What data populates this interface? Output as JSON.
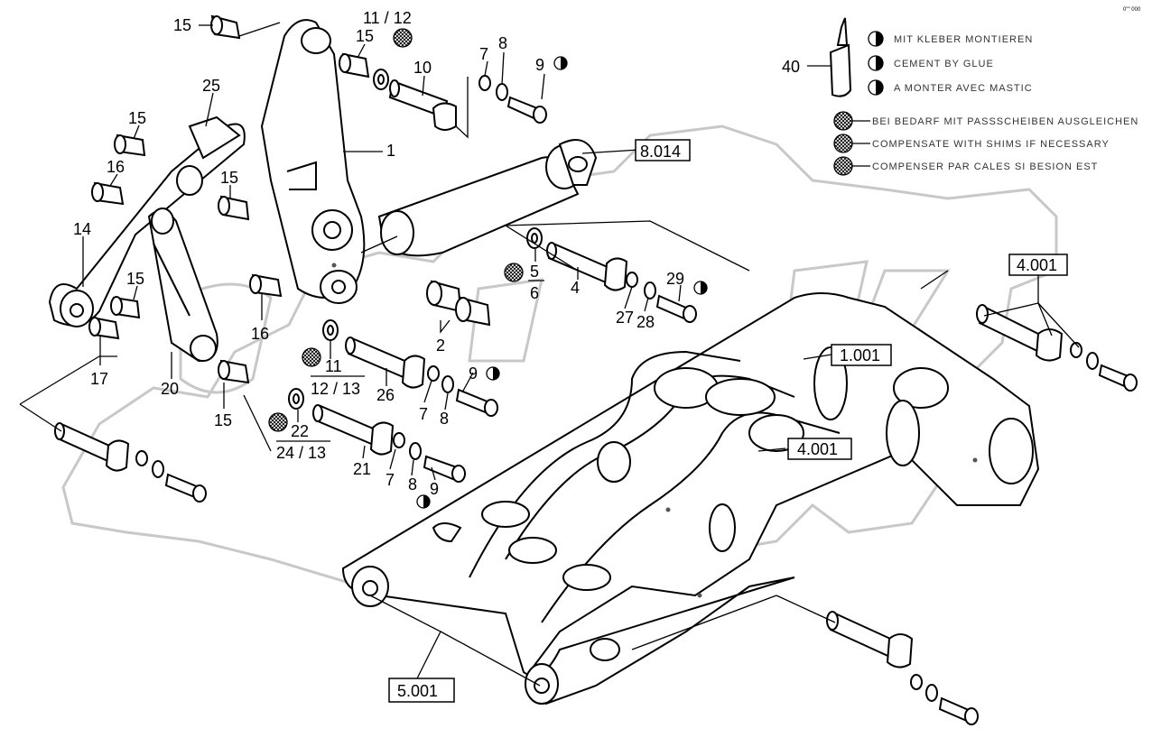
{
  "corner_code": "0\"\" 000",
  "legend": {
    "glue_part": "40",
    "glue": [
      "MIT KLEBER MONTIEREN",
      "CEMENT BY GLUE",
      "A MONTER AVEC MASTIC"
    ],
    "shims": [
      "BEI BEDARF MIT PASSSCHEIBEN AUSGLEICHEN",
      "COMPENSATE WITH SHIMS IF NECESSARY",
      "COMPENSER PAR CALES SI BESION EST"
    ]
  },
  "refs": [
    "8.014",
    "4.001",
    "1.001",
    "4.001",
    "5.001"
  ],
  "parts": {
    "p15a": "15",
    "p11_12": "11 / 12",
    "p15b": "15",
    "p10": "10",
    "p7a": "7",
    "p8a": "8",
    "p9a": "9",
    "p25": "25",
    "p15c": "15",
    "p16a": "16",
    "p15d": "15",
    "p1": "1",
    "p14": "14",
    "p15e": "15",
    "p16b": "16",
    "p17": "17",
    "p20": "20",
    "p15f": "15",
    "p2": "2",
    "p5": "5",
    "p6": "6",
    "p4": "4",
    "p29": "29",
    "p27": "27",
    "p28": "28",
    "p11b": "11",
    "p12_13": "12 / 13",
    "p26": "26",
    "p7b": "7",
    "p8b": "8",
    "p9b": "9",
    "p22": "22",
    "p24_13": "24 / 13",
    "p21": "21",
    "p7c": "7",
    "p8c": "8",
    "p9c": "9"
  },
  "watermark_icons": [
    "gear-outline",
    "logo-letters-outline"
  ],
  "symbols": [
    "half-circle-glue-symbol",
    "crosshatch-shim-symbol"
  ]
}
